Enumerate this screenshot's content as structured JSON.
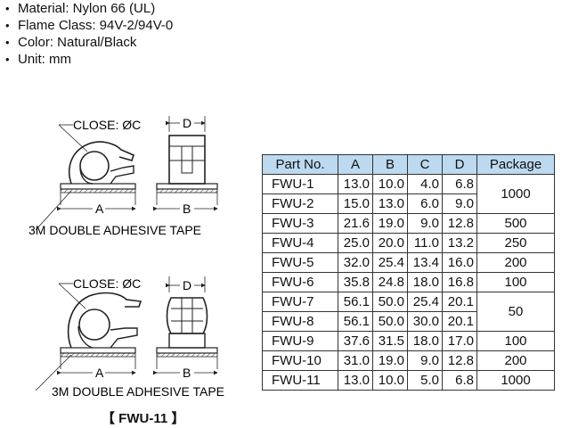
{
  "specs": [
    "Material: Nylon 66 (UL)",
    "Flame Class: 94V-2/94V-0",
    "Color: Natural/Black",
    "Unit: mm"
  ],
  "diagram_top": {
    "close_label": "CLOSE: ØC",
    "a_label": "A",
    "b_label": "B",
    "d_label": "D",
    "tape_label": "3M DOUBLE ADHESIVE TAPE"
  },
  "diagram_bottom": {
    "close_label": "CLOSE: ØC",
    "a_label": "A",
    "b_label": "B",
    "d_label": "D",
    "tape_label": "3M DOUBLE ADHESIVE TAPE"
  },
  "caption": "【 FWU-11 】",
  "table": {
    "headers": [
      "Part No.",
      "A",
      "B",
      "C",
      "D",
      "Package"
    ],
    "rows": [
      {
        "part": "FWU-1",
        "a": "13.0",
        "b": "10.0",
        "c": "4.0",
        "d": "6.8"
      },
      {
        "part": "FWU-2",
        "a": "15.0",
        "b": "13.0",
        "c": "6.0",
        "d": "9.0"
      },
      {
        "part": "FWU-3",
        "a": "21.6",
        "b": "19.0",
        "c": "9.0",
        "d": "12.8"
      },
      {
        "part": "FWU-4",
        "a": "25.0",
        "b": "20.0",
        "c": "11.0",
        "d": "13.2"
      },
      {
        "part": "FWU-5",
        "a": "32.0",
        "b": "25.4",
        "c": "13.4",
        "d": "16.0"
      },
      {
        "part": "FWU-6",
        "a": "35.8",
        "b": "24.8",
        "c": "18.0",
        "d": "16.8"
      },
      {
        "part": "FWU-7",
        "a": "56.1",
        "b": "50.0",
        "c": "25.4",
        "d": "20.1"
      },
      {
        "part": "FWU-8",
        "a": "56.1",
        "b": "50.0",
        "c": "30.0",
        "d": "20.1"
      },
      {
        "part": "FWU-9",
        "a": "37.6",
        "b": "31.5",
        "c": "18.0",
        "d": "17.0"
      },
      {
        "part": "FWU-10",
        "a": "31.0",
        "b": "19.0",
        "c": "9.0",
        "d": "12.8"
      },
      {
        "part": "FWU-11",
        "a": "13.0",
        "b": "10.0",
        "c": "5.0",
        "d": "6.8"
      }
    ],
    "packages": [
      "1000",
      "500",
      "250",
      "200",
      "100",
      "50",
      "100",
      "200",
      "1000"
    ]
  }
}
